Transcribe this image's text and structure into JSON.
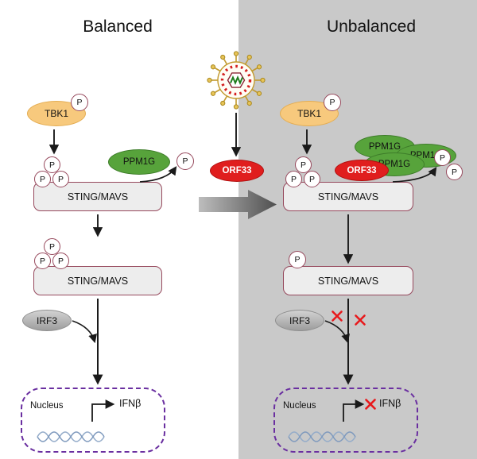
{
  "titles": {
    "left": "Balanced",
    "right": "Unbalanced"
  },
  "labels": {
    "tbk1": "TBK1",
    "ppm1g": "PPM1G",
    "orf33": "ORF33",
    "sting_mavs": "STING/MAVS",
    "irf3": "IRF3",
    "nucleus": "Nucleus",
    "ifnb": "IFNβ",
    "phosphate": "P"
  },
  "colors": {
    "tbk1_fill": "#f7c97d",
    "ppm1g_fill": "#57a33b",
    "orf33_fill": "#e01e1e",
    "sting_fill": "#ededed",
    "sting_border": "#96485c",
    "irf3_fill": "#b5b5b5",
    "nucleus_border": "#6a2fa0",
    "right_panel_bg": "#c9c9c9",
    "x_mark": "#e8191c",
    "dna_helix": "#93abc9",
    "arrow": "#1a1a1a"
  }
}
